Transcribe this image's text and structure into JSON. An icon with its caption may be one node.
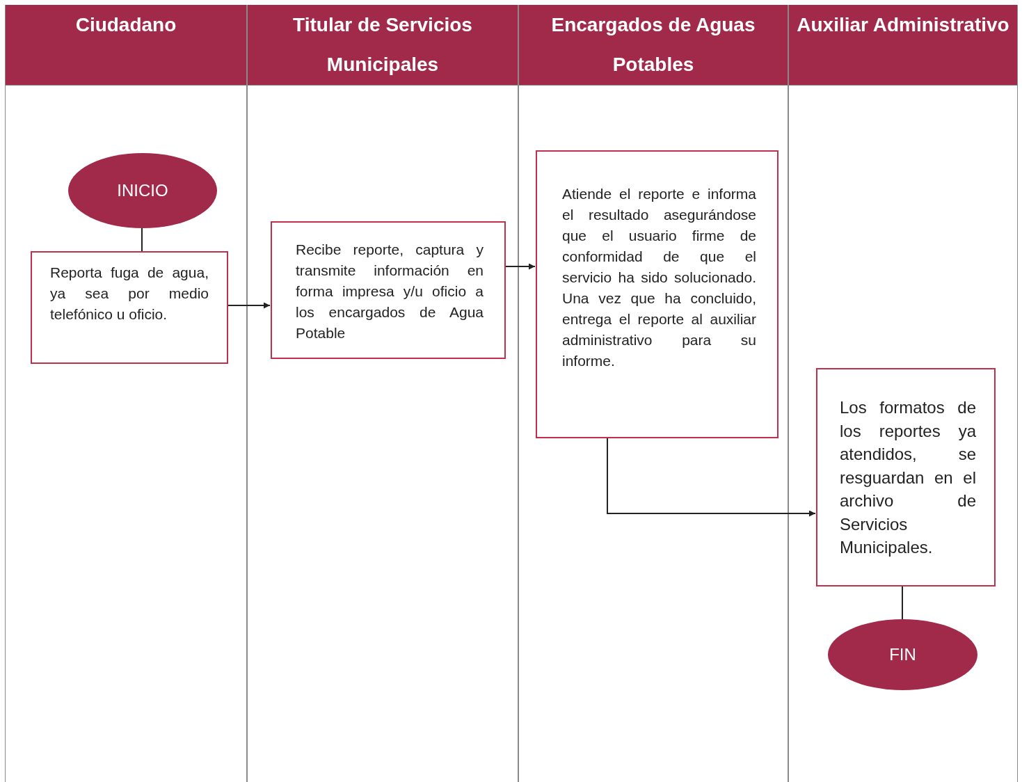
{
  "diagram": {
    "nodes": [
      {
        "text": [
          "Ciudadano"
        ]
      },
      {
        "text": [
          "Titular de Servicios Municipales"
        ]
      },
      {
        "text": [
          "Encargados de Aguas Potables"
        ]
      },
      {
        "text": [
          "Auxiliar Administrativo"
        ]
      },
      {
        "text": [
          "INICIO"
        ],
        "in": 0
      },
      {
        "text": [
          "Reporta fuga de agua, ya sea por medio telefónico u oficio."
        ],
        "in": 0
      },
      {
        "text": [
          "Recibe reporte, captura y transmite información en forma impresa y/u oficio a los encargados de Agua Potable"
        ],
        "in": 1
      },
      {
        "text": [
          "Atiende el reporte e informa el resultado asegurándose que el usuario firme de conformidad de que el servicio ha sido solucionado. Una vez que ha concluido, entrega el reporte al auxiliar administrativo para su informe."
        ],
        "in": 2
      },
      {
        "text": [
          "Los formatos de los reportes ya atendidos, se resguardan en el archivo de Servicios Municipales."
        ],
        "in": 3
      },
      {
        "text": [
          "FIN"
        ],
        "in": 3
      }
    ],
    "edges": [
      {
        "from": 4,
        "to": 5,
        "arrow": "none"
      },
      {
        "from": 5,
        "to": 6,
        "arrow": "to"
      },
      {
        "from": 6,
        "to": 7,
        "arrow": "to"
      },
      {
        "from": 7,
        "to": 8,
        "arrow": "to"
      },
      {
        "from": 8,
        "to": 9,
        "arrow": "none"
      }
    ]
  }
}
